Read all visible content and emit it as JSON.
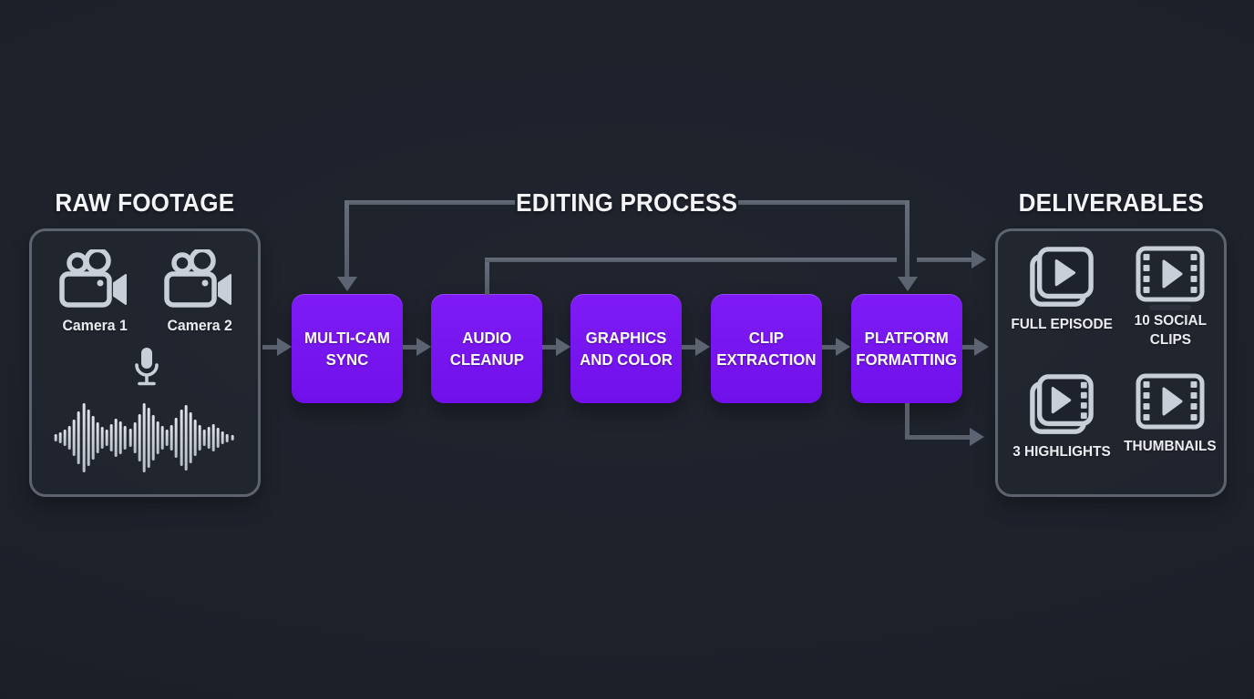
{
  "colors": {
    "background": "#1d212a",
    "step_purple": "#7714ef",
    "connector_gray": "#59606c",
    "panel_border": "#5d6470",
    "icon_gray": "#c9cfd8",
    "title_white": "#f3f4f6"
  },
  "raw_footage": {
    "title": "RAW FOOTAGE",
    "cameras": [
      {
        "label": "Camera 1",
        "icon": "video-camera-icon"
      },
      {
        "label": "Camera 2",
        "icon": "video-camera-icon"
      }
    ],
    "microphone_icon": "microphone-icon",
    "waveform_bars": [
      8,
      12,
      18,
      26,
      40,
      58,
      76,
      62,
      48,
      34,
      24,
      18,
      30,
      42,
      36,
      26,
      20,
      34,
      52,
      76,
      66,
      50,
      36,
      26,
      18,
      28,
      44,
      62,
      72,
      56,
      40,
      28,
      18,
      24,
      30,
      22,
      14,
      9,
      6
    ]
  },
  "editing_process": {
    "title": "EDITING PROCESS",
    "steps": [
      {
        "label": "MULTI-CAM\nSYNC"
      },
      {
        "label": "AUDIO\nCLEANUP"
      },
      {
        "label": "GRAPHICS\nAND COLOR"
      },
      {
        "label": "CLIP\nEXTRACTION"
      },
      {
        "label": "PLATFORM\nFORMATTING"
      }
    ]
  },
  "deliverables": {
    "title": "DELIVERABLES",
    "items": [
      {
        "label": "FULL EPISODE",
        "icon": "stacked-frames-play-icon"
      },
      {
        "label": "10 SOCIAL\nCLIPS",
        "icon": "film-strip-play-icon"
      },
      {
        "label": "3 HIGHLIGHTS",
        "icon": "stacked-film-play-icon"
      },
      {
        "label": "THUMBNAILS",
        "icon": "film-strip-play-icon"
      }
    ]
  }
}
